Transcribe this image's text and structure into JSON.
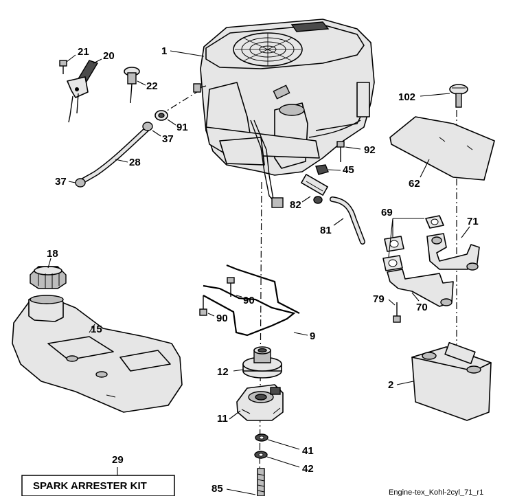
{
  "labels": {
    "p1": "1",
    "p20": "20",
    "p21": "21",
    "p22": "22",
    "p91": "91",
    "p37a": "37",
    "p28": "28",
    "p37b": "37",
    "p102": "102",
    "p92": "92",
    "p45": "45",
    "p62": "62",
    "p82": "82",
    "p81": "81",
    "p69": "69",
    "p71": "71",
    "p18": "18",
    "p15": "15",
    "p90a": "90",
    "p90b": "90",
    "p9": "9",
    "p79": "79",
    "p70": "70",
    "p12": "12",
    "p2": "2",
    "p11": "11",
    "p41": "41",
    "p42": "42",
    "p29": "29",
    "p85": "85"
  },
  "kit_label": "SPARK ARRESTER KIT",
  "footer": "Engine-tex_Kohl-2cyl_71_r1"
}
